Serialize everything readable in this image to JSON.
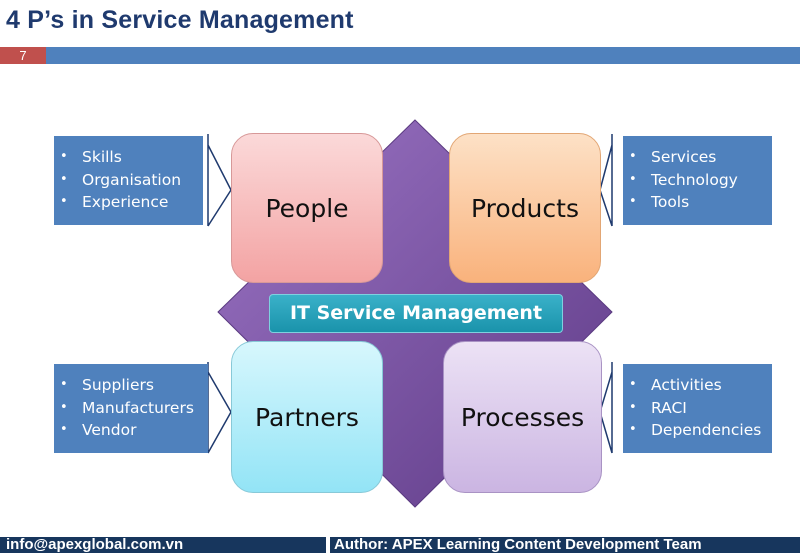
{
  "slide": {
    "title": "4 P’s in Service Management",
    "number": "7"
  },
  "diagram": {
    "center_label": "IT Service Management",
    "quadrants": {
      "people": "People",
      "products": "Products",
      "partners": "Partners",
      "processes": "Processes"
    },
    "lists": {
      "people": [
        "Skills",
        "Organisation",
        "Experience"
      ],
      "products": [
        "Services",
        "Technology",
        "Tools"
      ],
      "partners": [
        "Suppliers",
        "Manufacturers",
        "Vendor"
      ],
      "processes": [
        "Activities",
        "RACI",
        "Dependencies"
      ]
    },
    "colors": {
      "diamond": "#7b4fa3",
      "list_box": "#4f81bd",
      "center_label_bg": "#1a93ab"
    }
  },
  "footer": {
    "email": "info@apexglobal.com.vn",
    "author": "Author: APEX Learning Content Development Team"
  }
}
